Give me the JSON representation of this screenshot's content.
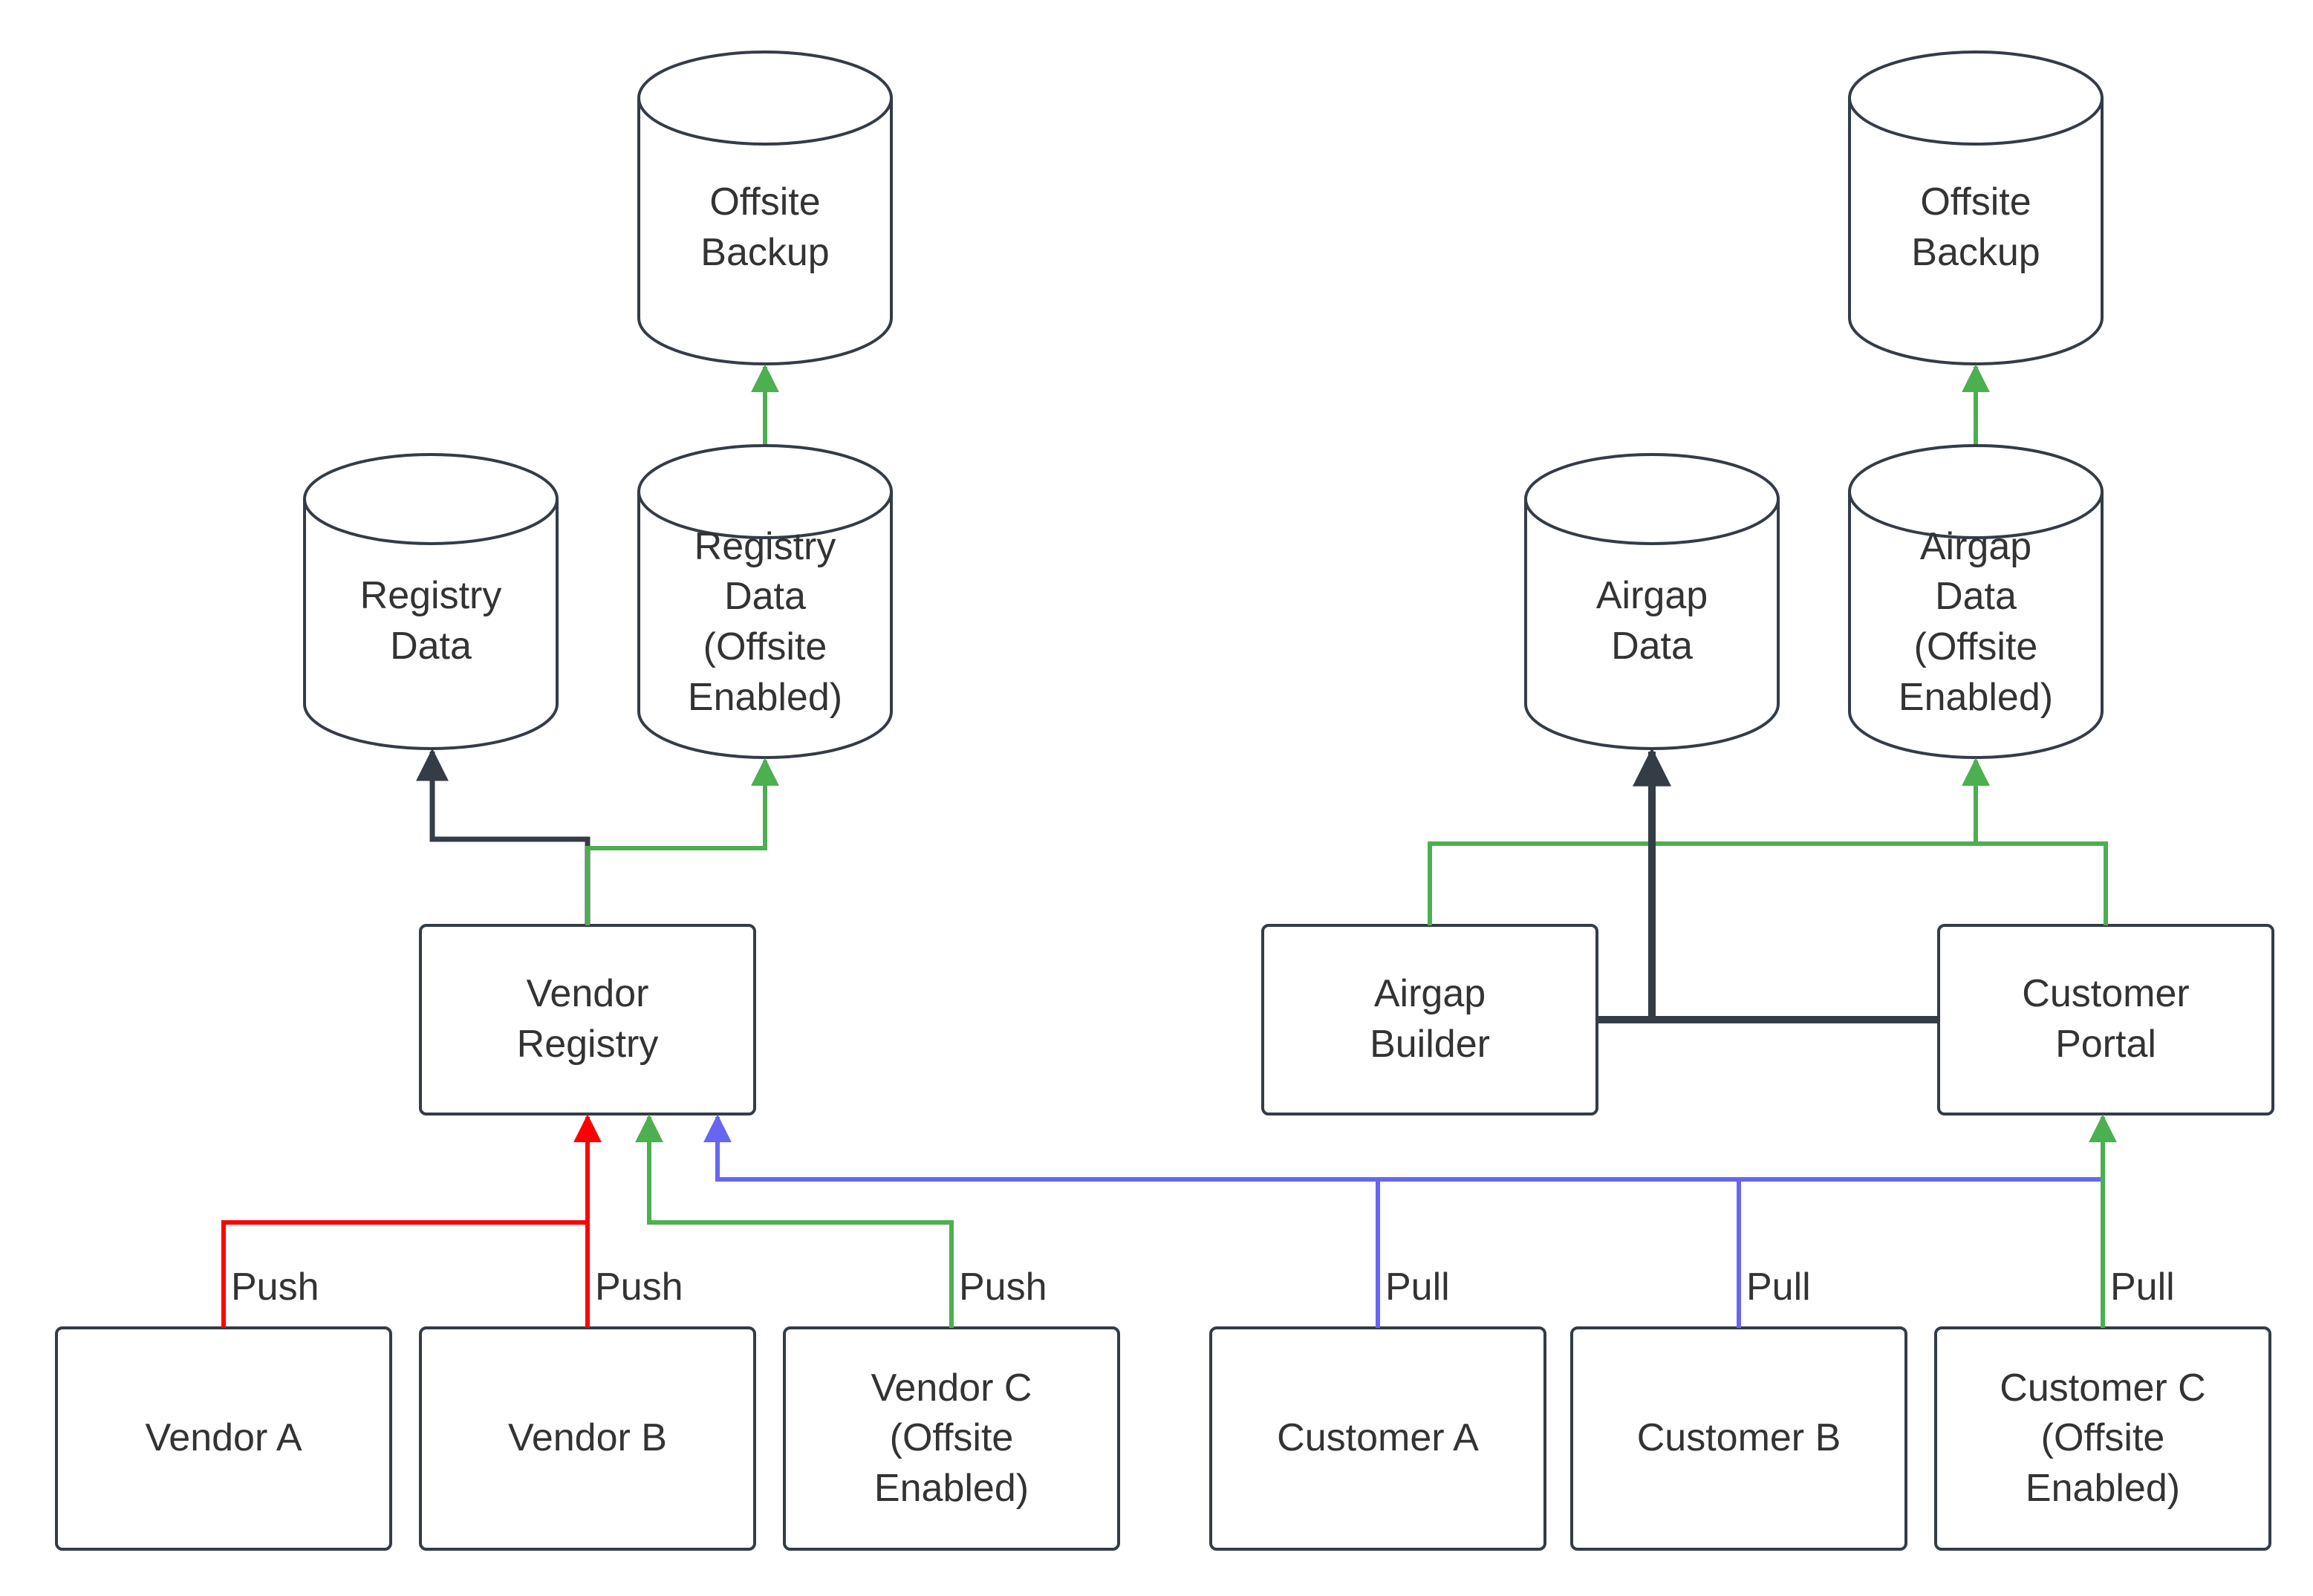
{
  "diagram": {
    "title": "Vendor registry and customer portal data flow",
    "colors": {
      "background": "#ffffff",
      "border": "#343c46",
      "text": "#333333",
      "dark": "#343c46",
      "green": "#4caf50",
      "red": "#ff0000",
      "blue": "#6666f2"
    },
    "nodes": {
      "offsite_backup_left": "Offsite\nBackup",
      "registry_data": "Registry\nData",
      "registry_data_offsite": "Registry\nData\n(Offsite\nEnabled)",
      "vendor_registry": "Vendor\nRegistry",
      "vendor_a": "Vendor A",
      "vendor_b": "Vendor B",
      "vendor_c": "Vendor C\n(Offsite\nEnabled)",
      "airgap_data": "Airgap\nData",
      "airgap_data_offsite": "Airgap\nData\n(Offsite\nEnabled)",
      "airgap_builder": "Airgap\nBuilder",
      "customer_portal": "Customer\nPortal",
      "customer_a": "Customer A",
      "customer_b": "Customer B",
      "customer_c": "Customer C\n(Offsite\nEnabled)",
      "offsite_backup_right": "Offsite\nBackup"
    },
    "edges": {
      "push_a": "Push",
      "push_b": "Push",
      "push_c": "Push",
      "pull_a": "Pull",
      "pull_b": "Pull",
      "pull_c": "Pull"
    }
  }
}
